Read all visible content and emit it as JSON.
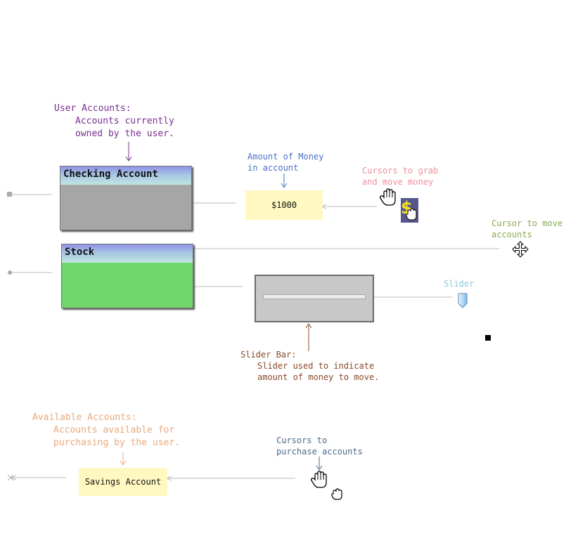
{
  "user_accounts_note": {
    "title": "User Accounts:",
    "line1": "Accounts currently",
    "line2": "owned by the user."
  },
  "accounts": {
    "checking": "Checking Account",
    "stock": "Stock"
  },
  "money_note": {
    "line1": "Amount of Money",
    "line2": "in account"
  },
  "money_value": "$1000",
  "grab_note": {
    "line1": "Cursors to grab",
    "line2": "and move money"
  },
  "move_note": {
    "line1": "Cursor to move",
    "line2": "accounts"
  },
  "slider_label": "Slider",
  "slider_bar_note": {
    "title": "Slider Bar:",
    "line1": "Slider used to indicate",
    "line2": "amount of money to move."
  },
  "available_note": {
    "title": "Available Accounts:",
    "line1": "Accounts available for",
    "line2": "purchasing by the user."
  },
  "available_accounts": {
    "savings": "Savings Account"
  },
  "purchase_note": {
    "line1": "Cursors to",
    "line2": "purchase accounts"
  },
  "dollar_symbol": "$",
  "colors": {
    "checking_body": "#a6a6a6",
    "stock_body": "#6ed66a",
    "money_box": "#fff8c0",
    "savings_box": "#fff8c0",
    "slider_panel": "#c8c8c8"
  },
  "icons": [
    "open-hand-cursor-icon",
    "dollar-grab-cursor-icon",
    "move-cursor-icon",
    "slider-thumb-icon",
    "grab-hand-cursor-icon"
  ]
}
